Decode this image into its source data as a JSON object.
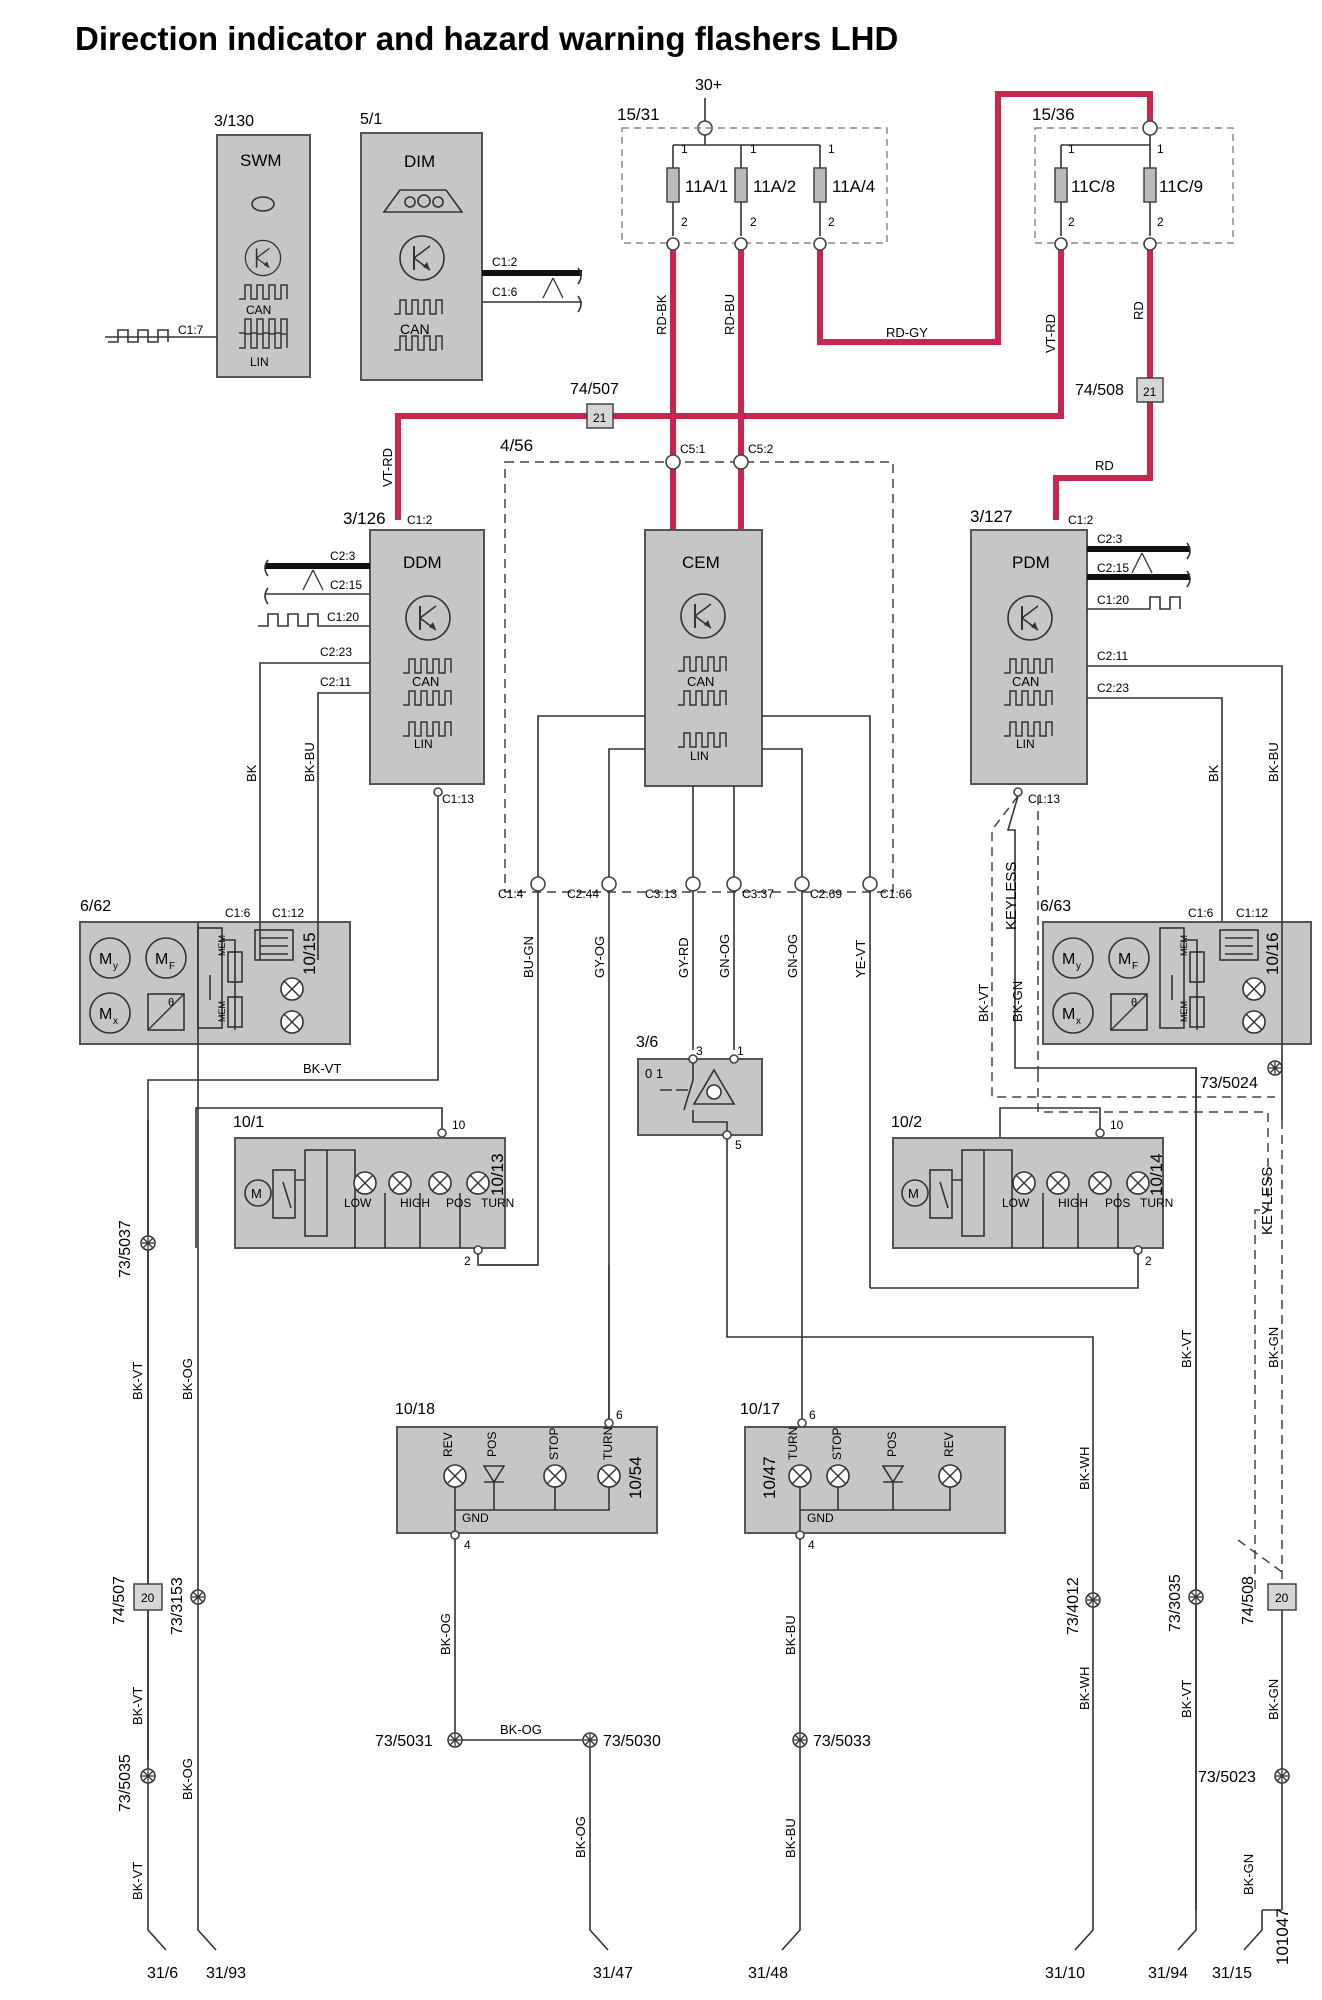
{
  "title": "Direction indicator and hazard warning flashers LHD",
  "supply": "30+",
  "drawing_number": "101047",
  "fuseboxes": [
    {
      "id": "15/31",
      "fuses": [
        "11A/1",
        "11A/2",
        "11A/4"
      ]
    },
    {
      "id": "15/36",
      "fuses": [
        "11C/8",
        "11C/9"
      ]
    }
  ],
  "fuse_pins": {
    "top": "1",
    "bottom": "2"
  },
  "modules": {
    "swm": {
      "ref": "3/130",
      "name": "SWM",
      "conn": "C1:7",
      "can": "CAN",
      "lin": "LIN"
    },
    "dim": {
      "ref": "5/1",
      "name": "DIM",
      "conn1": "C1:2",
      "conn2": "C1:6",
      "can": "CAN"
    },
    "ddm": {
      "ref": "3/126",
      "name": "DDM",
      "pins": [
        "C1:2",
        "C2:3",
        "C2:15",
        "C1:20",
        "C2:23",
        "C2:11",
        "C1:13"
      ],
      "can": "CAN",
      "lin": "LIN"
    },
    "cem": {
      "ref": "4/56",
      "name": "CEM",
      "top_pins": [
        "C5:1",
        "C5:2"
      ],
      "bottom_pins": [
        "C1:4",
        "C2:44",
        "C3:13",
        "C3:37",
        "C2:69",
        "C1:66"
      ],
      "can": "CAN",
      "lin": "LIN"
    },
    "pdm": {
      "ref": "3/127",
      "name": "PDM",
      "pins": [
        "C1:2",
        "C2:3",
        "C2:15",
        "C1:20",
        "C2:11",
        "C2:23",
        "C1:13"
      ],
      "can": "CAN",
      "lin": "LIN"
    }
  },
  "splices": {
    "s507": {
      "ref": "74/507",
      "num": "21"
    },
    "s508": {
      "ref": "74/508",
      "num": "21"
    }
  },
  "mirrors": {
    "left": {
      "ref": "6/62",
      "lamp": "10/15",
      "pin1": "C1:6",
      "pin2": "C1:12",
      "my": "M",
      "my_sub": "y",
      "mf": "M",
      "mf_sub": "F",
      "mx": "M",
      "mx_sub": "x",
      "mem": "MEM",
      "theta": "θ"
    },
    "right": {
      "ref": "6/63",
      "lamp": "10/16",
      "pin1": "C1:6",
      "pin2": "C1:12",
      "my": "M",
      "my_sub": "y",
      "mf": "M",
      "mf_sub": "F",
      "mx": "M",
      "mx_sub": "x",
      "mem": "MEM",
      "theta": "θ"
    }
  },
  "switch": {
    "ref": "3/6",
    "pins": [
      "3",
      "1",
      "5"
    ],
    "positions": "0 1"
  },
  "headlamps": {
    "left": {
      "ref": "10/1",
      "lamp": "10/13",
      "pin_top": "10",
      "pin_bottom": "2",
      "labels": [
        "LOW",
        "HIGH",
        "POS",
        "TURN"
      ],
      "motor": "M"
    },
    "right": {
      "ref": "10/2",
      "lamp": "10/14",
      "pin_top": "10",
      "pin_bottom": "2",
      "labels": [
        "LOW",
        "HIGH",
        "POS",
        "TURN"
      ],
      "motor": "M"
    }
  },
  "taillamps": {
    "left": {
      "ref": "10/18",
      "lamp": "10/54",
      "pin_top": "6",
      "pin_bottom": "4",
      "labels": [
        "REV",
        "POS",
        "STOP",
        "TURN"
      ],
      "gnd": "GND"
    },
    "right": {
      "ref": "10/17",
      "lamp": "10/47",
      "pin_top": "6",
      "pin_bottom": "4",
      "labels": [
        "TURN",
        "STOP",
        "POS",
        "REV"
      ],
      "gnd": "GND"
    }
  },
  "wire_colors": {
    "rd_bk": "RD-BK",
    "rd_bu": "RD-BU",
    "rd_gy": "RD-GY",
    "vt_rd_top": "VT-RD",
    "rd_top": "RD",
    "vt_rd_left": "VT-RD",
    "rd_right": "RD",
    "bk_ddm": "BK",
    "bk_bu_ddm": "BK-BU",
    "bk_pdm": "BK",
    "bk_bu_pdm": "BK-BU",
    "bu_gn": "BU-GN",
    "gy_og": "GY-OG",
    "gy_rd": "GY-RD",
    "gn_og": "GN-OG",
    "gn_og2": "GN-OG",
    "ye_vt": "YE-VT",
    "bk_vt_mid": "BK-VT",
    "bk_vt_left1": "BK-VT",
    "bk_og_left": "BK-OG",
    "bk_vt_left2": "BK-VT",
    "bk_og_left2": "BK-OG",
    "bk_vt_left3": "BK-VT",
    "bk_og_tail": "BK-OG",
    "bk_og_h": "BK-OG",
    "bk_og_low": "BK-OG",
    "bk_bu_tail": "BK-BU",
    "bk_bu_low": "BK-BU",
    "bk_vt_pdm": "BK-VT",
    "bk_gn_pdm": "BK-GN",
    "bk_wh1": "BK-WH",
    "bk_wh2": "BK-WH",
    "bk_vt_r1": "BK-VT",
    "bk_vt_r2": "BK-VT",
    "bk_gn_r1": "BK-GN",
    "bk_gn_r2": "BK-GN",
    "bk_gn_r3": "BK-GN"
  },
  "keyless": [
    "KEYLESS",
    "KEYLESS"
  ],
  "grounds": [
    "31/6",
    "31/93",
    "31/47",
    "31/48",
    "31/10",
    "31/94",
    "31/15"
  ],
  "ground_points": [
    "73/5037",
    "73/3153",
    "73/5035",
    "73/5031",
    "73/5030",
    "73/5033",
    "73/4012",
    "73/3035",
    "73/5023",
    "73/5024"
  ],
  "lower_splices": {
    "left": {
      "ref": "74/507",
      "num": "20"
    },
    "right": {
      "ref": "74/508",
      "num": "20"
    }
  }
}
